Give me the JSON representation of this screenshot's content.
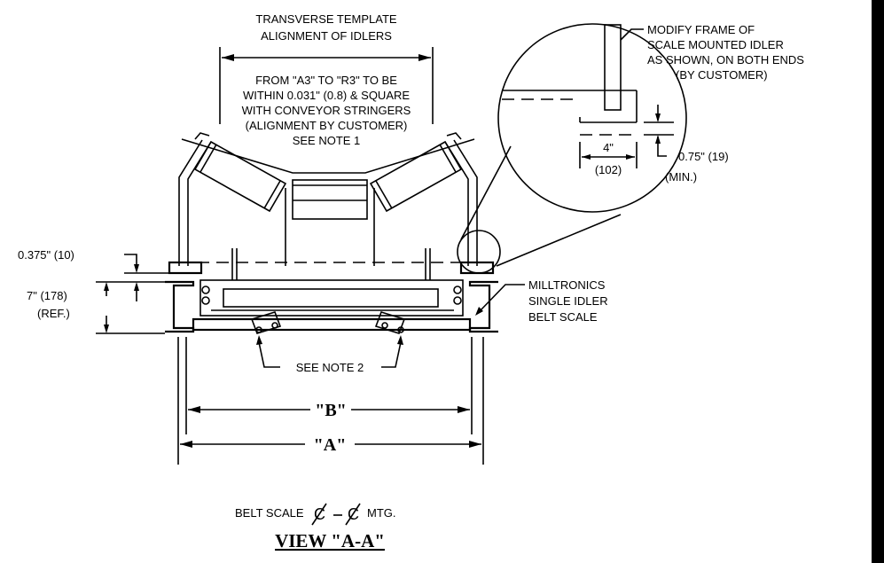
{
  "labels": {
    "transverse_1": "TRANSVERSE TEMPLATE",
    "transverse_2": "ALIGNMENT OF IDLERS",
    "from_1": "FROM \"A3\" TO \"R3\" TO BE",
    "from_2": "WITHIN 0.031\" (0.8) & SQUARE",
    "from_3": "WITH CONVEYOR STRINGERS",
    "from_4": "(ALIGNMENT BY CUSTOMER)",
    "from_5": "SEE NOTE 1",
    "modify_1": "MODIFY FRAME OF",
    "modify_2": "SCALE MOUNTED IDLER",
    "modify_3": "AS SHOWN, ON BOTH ENDS",
    "modify_4": "(BY CUSTOMER)",
    "dim_4in": "4\"",
    "dim_102": "(102)",
    "dim_075": "0.75\" (19)",
    "dim_min": "(MIN.)",
    "dim_0375": "0.375\" (10)",
    "dim_7in": "7\" (178)",
    "dim_ref": "(REF.)",
    "mill_1": "MILLTRONICS",
    "mill_2": "SINGLE IDLER",
    "mill_3": "BELT SCALE",
    "see_note_2": "SEE NOTE 2",
    "dim_B": "\"B\"",
    "dim_A": "\"A\"",
    "belt_scale": "BELT SCALE",
    "mtg": "MTG.",
    "view_title": "VIEW \"A-A\""
  }
}
